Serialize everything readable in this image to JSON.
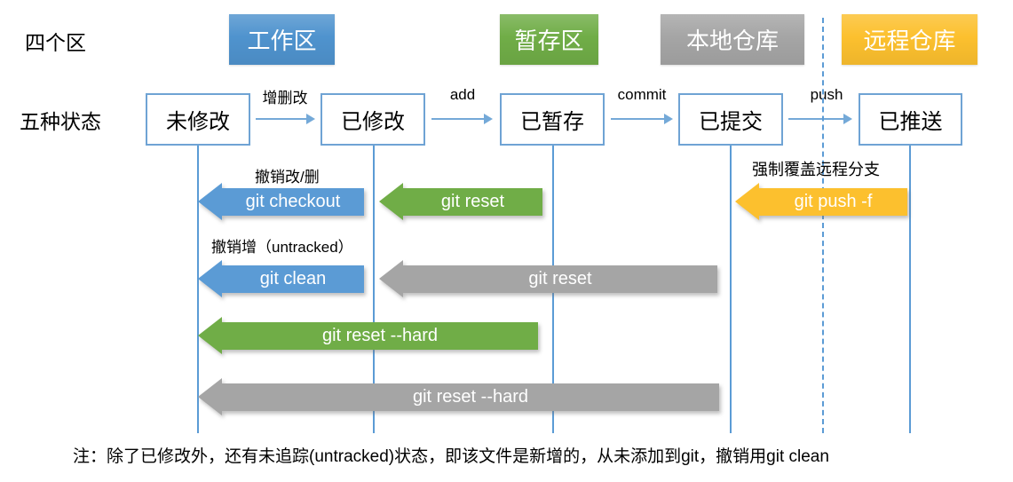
{
  "row_labels": {
    "areas": "四个区",
    "states": "五种状态"
  },
  "areas": [
    {
      "label": "工作区",
      "color": "#4f93ce"
    },
    {
      "label": "暂存区",
      "color": "#70ad47"
    },
    {
      "label": "本地仓库",
      "color": "#a5a5a5"
    },
    {
      "label": "远程仓库",
      "color": "#fcc02e"
    }
  ],
  "states": [
    {
      "label": "未修改"
    },
    {
      "label": "已修改"
    },
    {
      "label": "已暂存"
    },
    {
      "label": "已提交"
    },
    {
      "label": "已推送"
    }
  ],
  "transitions": [
    {
      "label": "增删改"
    },
    {
      "label": "add"
    },
    {
      "label": "commit"
    },
    {
      "label": "push"
    }
  ],
  "commands": [
    {
      "label": "git checkout",
      "color": "#5b9bd5"
    },
    {
      "label": "git reset",
      "color": "#70ad47"
    },
    {
      "label": "git push -f",
      "color": "#fcc02e"
    },
    {
      "label": "git clean",
      "color": "#5b9bd5"
    },
    {
      "label": "git reset",
      "color": "#a5a5a5"
    },
    {
      "label": "git reset --hard",
      "color": "#70ad47"
    },
    {
      "label": "git reset --hard",
      "color": "#a5a5a5"
    }
  ],
  "annotations": [
    {
      "text": "撤销改/删"
    },
    {
      "text": "强制覆盖远程分支"
    },
    {
      "text": "撤销增（untracked）"
    }
  ],
  "note": "注：除了已修改外，还有未追踪(untracked)状态，即该文件是新增的，从未添加到git，撤销用git clean",
  "colors": {
    "lifeline": "#5b9bd5",
    "transition_arrow": "#74a9d8",
    "state_box_border": "#6fa3d4",
    "text": "#000000",
    "background": "#ffffff"
  }
}
